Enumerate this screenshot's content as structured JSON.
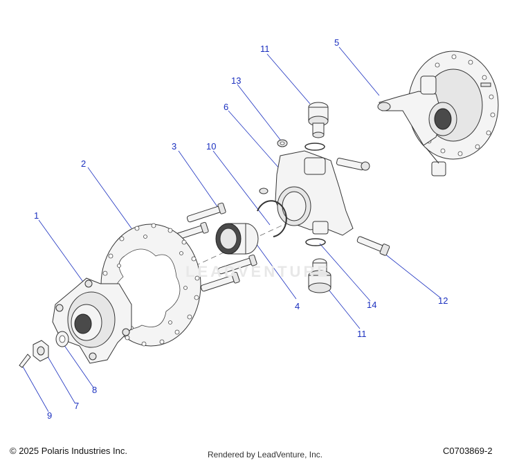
{
  "callouts": [
    {
      "id": "1",
      "label": "1"
    },
    {
      "id": "2",
      "label": "2"
    },
    {
      "id": "3",
      "label": "3"
    },
    {
      "id": "4",
      "label": "4"
    },
    {
      "id": "5",
      "label": "5"
    },
    {
      "id": "6",
      "label": "6"
    },
    {
      "id": "7",
      "label": "7"
    },
    {
      "id": "8",
      "label": "8"
    },
    {
      "id": "9",
      "label": "9"
    },
    {
      "id": "10",
      "label": "10"
    },
    {
      "id": "11a",
      "label": "11"
    },
    {
      "id": "11b",
      "label": "11"
    },
    {
      "id": "12",
      "label": "12"
    },
    {
      "id": "13",
      "label": "13"
    },
    {
      "id": "14",
      "label": "14"
    }
  ],
  "watermark": "LEADVENTURE",
  "footer": {
    "copyright": "© 2025 Polaris Industries Inc.",
    "rendered_by": "Rendered by LeadVenture, Inc.",
    "diagram_code": "C0703869-2"
  },
  "colors": {
    "callout": "#1a2fbf",
    "line": "#333333"
  }
}
